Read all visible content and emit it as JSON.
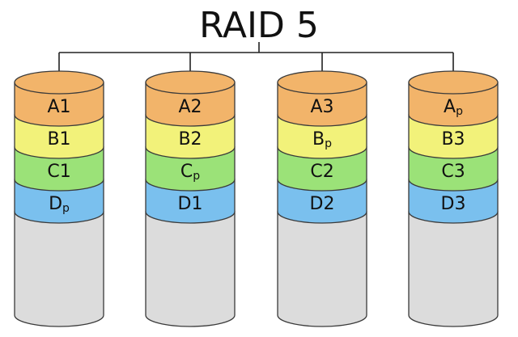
{
  "title": "RAID 5",
  "colors": {
    "A": "#f2b46a",
    "B": "#f2f27a",
    "C": "#9be278",
    "D": "#7ac0ee",
    "empty": "#dcdcdc"
  },
  "disks": [
    {
      "name": "disk-1",
      "blocks": [
        {
          "row": "A",
          "letter": "A",
          "sub": "1"
        },
        {
          "row": "B",
          "letter": "B",
          "sub": "1"
        },
        {
          "row": "C",
          "letter": "C",
          "sub": "1"
        },
        {
          "row": "D",
          "letter": "D",
          "sub": "p"
        }
      ]
    },
    {
      "name": "disk-2",
      "blocks": [
        {
          "row": "A",
          "letter": "A",
          "sub": "2"
        },
        {
          "row": "B",
          "letter": "B",
          "sub": "2"
        },
        {
          "row": "C",
          "letter": "C",
          "sub": "p"
        },
        {
          "row": "D",
          "letter": "D",
          "sub": "1"
        }
      ]
    },
    {
      "name": "disk-3",
      "blocks": [
        {
          "row": "A",
          "letter": "A",
          "sub": "3"
        },
        {
          "row": "B",
          "letter": "B",
          "sub": "p"
        },
        {
          "row": "C",
          "letter": "C",
          "sub": "2"
        },
        {
          "row": "D",
          "letter": "D",
          "sub": "2"
        }
      ]
    },
    {
      "name": "disk-4",
      "blocks": [
        {
          "row": "A",
          "letter": "A",
          "sub": "p"
        },
        {
          "row": "B",
          "letter": "B",
          "sub": "3"
        },
        {
          "row": "C",
          "letter": "C",
          "sub": "3"
        },
        {
          "row": "D",
          "letter": "D",
          "sub": "3"
        }
      ]
    }
  ]
}
